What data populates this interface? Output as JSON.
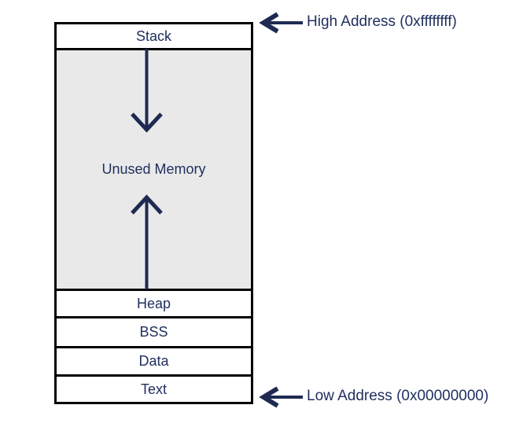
{
  "diagram": {
    "name": "process-memory-layout",
    "regions": [
      {
        "id": "stack",
        "label": "Stack"
      },
      {
        "id": "unused-memory",
        "label": "Unused Memory"
      },
      {
        "id": "heap",
        "label": "Heap"
      },
      {
        "id": "bss",
        "label": "BSS"
      },
      {
        "id": "data",
        "label": "Data"
      },
      {
        "id": "text",
        "label": "Text"
      }
    ],
    "annotations": [
      {
        "id": "high-address",
        "label": "High Address (0xffffffff)"
      },
      {
        "id": "low-address",
        "label": "Low Address (0x00000000)"
      }
    ],
    "icons": {
      "stack_growth": "down-arrow-icon",
      "heap_growth": "up-arrow-icon",
      "high_address_pointer": "left-arrow-icon",
      "low_address_pointer": "left-arrow-icon"
    },
    "colors": {
      "arrow_ink": "#1e2a52",
      "label_text": "#20305f",
      "box_border": "#000000",
      "unused_fill": "#e9e9e9",
      "background": "#ffffff"
    }
  }
}
